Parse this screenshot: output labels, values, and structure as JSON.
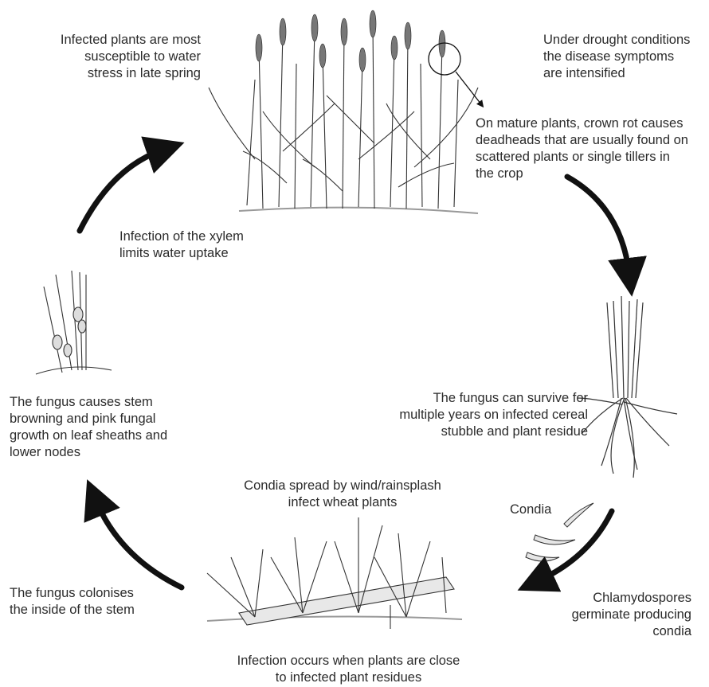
{
  "labels": {
    "late_spring": "Infected plants are most\nsusceptible to water\nstress in late spring",
    "drought": "Under drought conditions\nthe disease symptoms\nare intensified",
    "mature_plants": "On mature plants, crown rot causes\ndeadheads that are usually found on\nscattered plants or single tillers in\nthe crop",
    "xylem": "Infection of the xylem\nlimits water uptake",
    "stem_browning": "The fungus causes stem\nbrowning and pink fungal\ngrowth on leaf sheaths and\nlower nodes",
    "survive": "The fungus can survive for\nmultiple years on infected cereal\nstubble and plant residue",
    "conidia_spread": "Condia spread by wind/rainsplash\ninfect wheat plants",
    "conidia": "Condia",
    "colonises": "The fungus colonises\nthe inside of the stem",
    "chlamydospores": "Chlamydospores\ngerminate producing\ncondia",
    "infection_occurs": "Infection occurs when plants are close\nto infected plant residues"
  }
}
